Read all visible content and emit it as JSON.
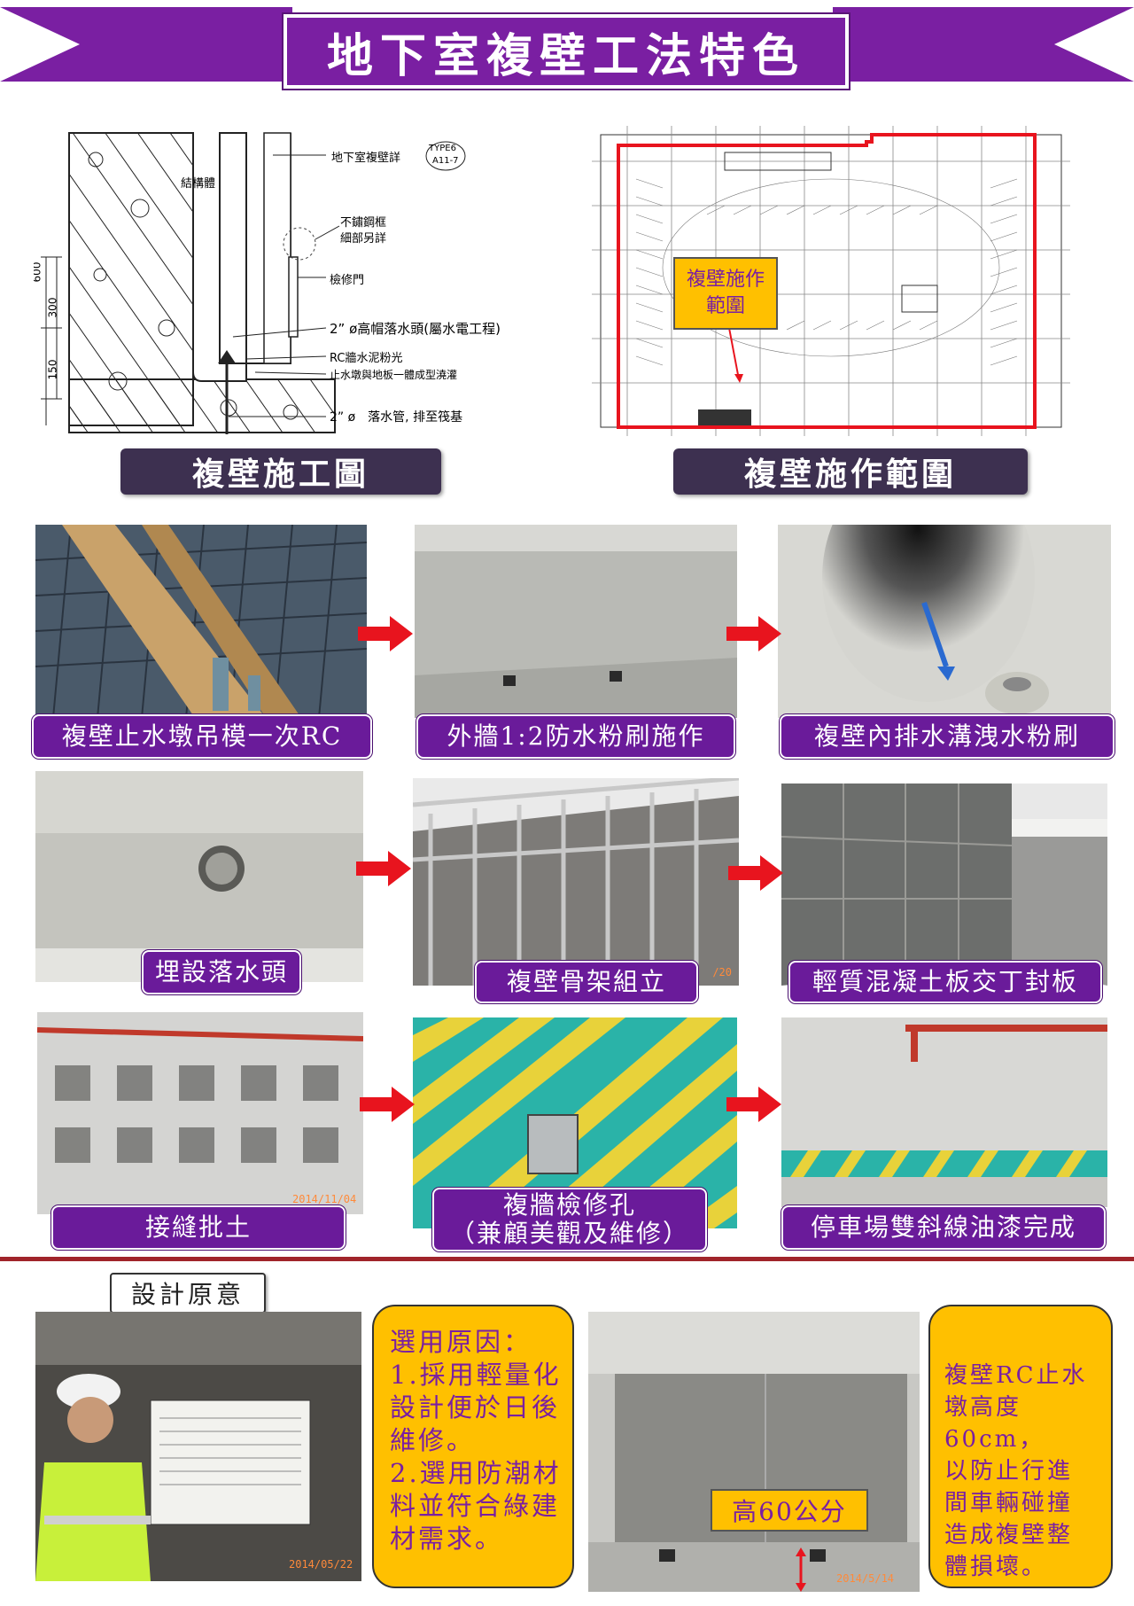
{
  "title": "地下室複壁工法特色",
  "drawings": {
    "section_label": "複壁施工圖",
    "plan_label": "複壁施作範圍",
    "section_notes": {
      "structure": "結構體",
      "detail_ref": "地下室複壁詳",
      "type_ref_top": "TYPE6",
      "type_ref_bottom": "A11-7",
      "frame": "不鏽鋼框",
      "frame_detail": "細部另詳",
      "door": "檢修門",
      "drain_head": "2” ø高帽落水頭(屬水電工程)",
      "rc_note": "RC牆水泥粉光",
      "curb_note": "止水墩與地板一體成型澆灌",
      "pipe_note": "2” ø　落水管, 排至筏基",
      "dim_total": "600",
      "dim_upper": "300",
      "dim_lower": "150"
    },
    "plan_callout_line1": "複壁施作",
    "plan_callout_line2": "範圍"
  },
  "steps": [
    {
      "caption": "複壁止水墩吊模一次RC"
    },
    {
      "caption": "外牆1:2防水粉刷施作"
    },
    {
      "caption": "複壁內排水溝洩水粉刷"
    },
    {
      "caption": "埋設落水頭"
    },
    {
      "caption": "複壁骨架組立"
    },
    {
      "caption": "輕質混凝土板交丁封板"
    },
    {
      "caption": "接縫批土"
    },
    {
      "caption_line1": "複牆檢修孔",
      "caption_line2": "（兼顧美觀及維修）"
    },
    {
      "caption": "停車場雙斜線油漆完成"
    }
  ],
  "photo_stamps": {
    "step5": "/20",
    "step7": "2014/11/04",
    "design1": "2014/05/22",
    "design2": "2014/5/14"
  },
  "design": {
    "label": "設計原意",
    "reason_box": [
      "選用原因：",
      "1.採用輕量化",
      "設計便於日後",
      "維修。",
      "2.選用防潮材",
      "料並符合綠建",
      "材需求。"
    ],
    "height_label": "高60公分",
    "height_box": [
      "複壁RC止水",
      "墩高度60cm，",
      "以防止行進",
      "間車輛碰撞",
      "造成複壁整",
      "體損壞。"
    ]
  },
  "colors": {
    "banner": "#7a1fa2",
    "caption": "#6a1b9a",
    "dark_label": "#3d3050",
    "arrow": "#e8141e",
    "divider": "#a0242a",
    "yellow": "#ffc000",
    "plan_outline": "#e8141e"
  }
}
